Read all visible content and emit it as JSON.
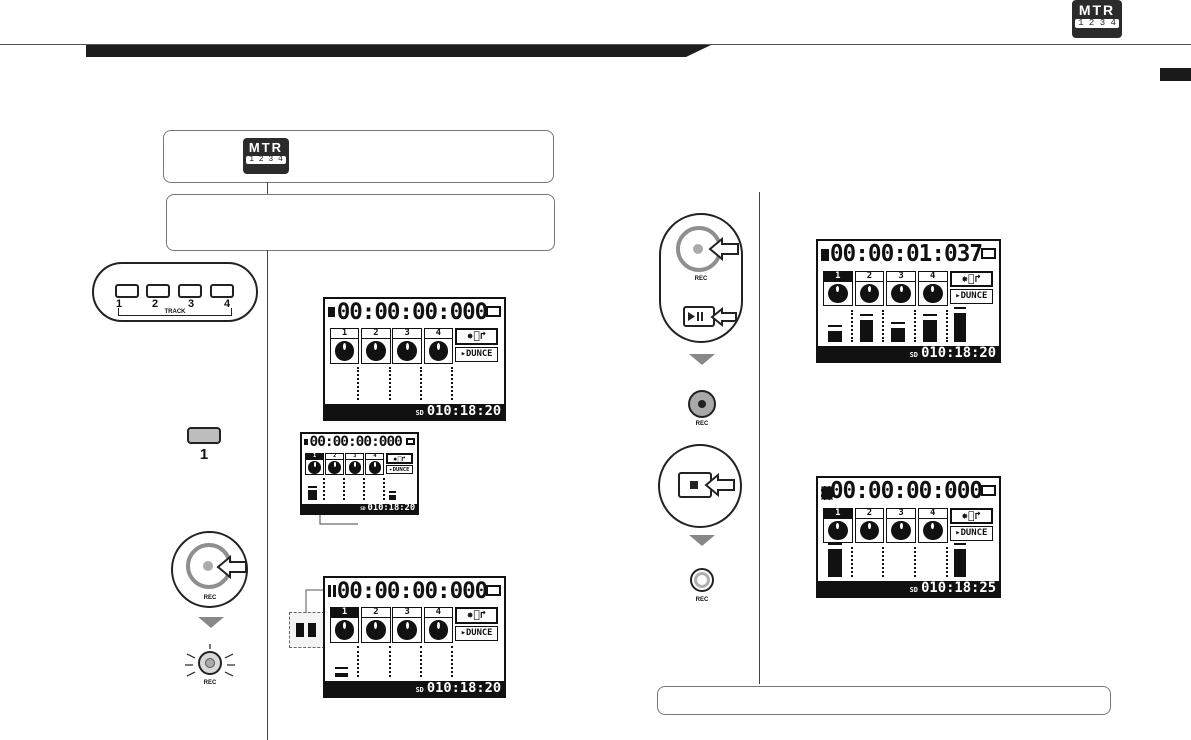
{
  "header": {
    "mtr_icon": {
      "label": "MTR",
      "numbers": "1 2 3 4"
    }
  },
  "mode_box": {
    "mtr_icon": {
      "label": "MTR",
      "numbers": "1 2 3 4"
    }
  },
  "track_buttons": {
    "numbers": [
      "1",
      "2",
      "3",
      "4"
    ],
    "caption": "TRACK"
  },
  "track1_button": {
    "number": "1"
  },
  "rec_label": "REC",
  "lcd": {
    "fx_glyph": "✸⃯↱",
    "bounce": "▸DUNCE",
    "tracks": [
      "1",
      "2",
      "3",
      "4"
    ],
    "screen1": {
      "time": "00:00:00:000",
      "remaining": "010:18:20",
      "sd": "SD"
    },
    "screen2": {
      "time": "00:00:00:000",
      "remaining": "010:18:20",
      "sd": "SD"
    },
    "screen3": {
      "time": "00:00:00:000",
      "remaining": "010:18:20",
      "sd": "SD"
    },
    "screen4": {
      "time": "00:00:01:037",
      "remaining": "010:18:20",
      "sd": "SD"
    },
    "screen5": {
      "time": "00:00:00:000",
      "remaining": "010:18:25",
      "sd": "SD"
    }
  },
  "colors": {
    "dark": "#1d1d1d",
    "rec_gray": "#9a9a9a",
    "rec_dot": "#ababab"
  }
}
